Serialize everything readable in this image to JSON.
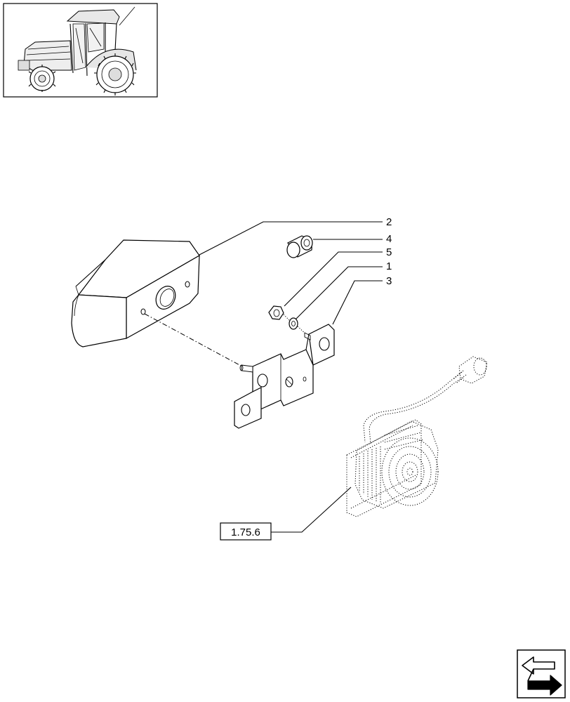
{
  "callouts": {
    "c2": "2",
    "c4": "4",
    "c5": "5",
    "c1": "1",
    "c3": "3"
  },
  "reference": "1.75.6",
  "nav_icon": "next-page-arrow-icon"
}
